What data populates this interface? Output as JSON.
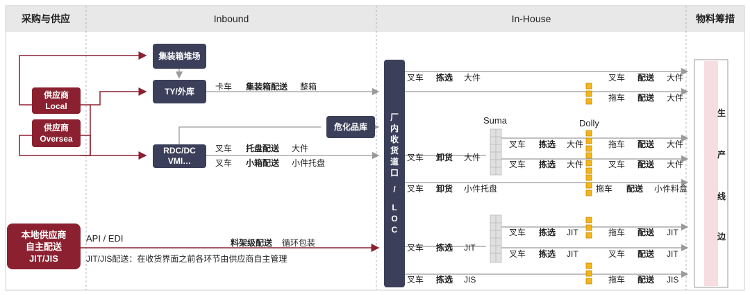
{
  "headers": {
    "procurement": "采购与供应",
    "inbound": "Inbound",
    "inhouse": "In-House",
    "supply": "物料筹措"
  },
  "boxes": {
    "container_yard": "集装箱堆场",
    "ty_warehouse": "TY/外库",
    "rdc_line1": "RDC/DC",
    "rdc_line2": "VMI…",
    "hazmat": "危化品库",
    "supplier_local_1": "供应商",
    "supplier_local_2": "Local",
    "supplier_oversea_1": "供应商",
    "supplier_oversea_2": "Oversea",
    "local_jit_1": "本地供应商",
    "local_jit_2": "自主配送",
    "local_jit_3": "JIT/JIS",
    "dock_chars": [
      "厂",
      "内",
      "收",
      "货",
      "道",
      "口",
      "/",
      "L",
      "O",
      "C"
    ],
    "production_chars": [
      "生",
      "产",
      "线",
      "边"
    ]
  },
  "labels": {
    "truck": "卡车",
    "container_delivery": "集装箱配送",
    "whole_box": "整箱",
    "forklift": "叉车",
    "pallet_delivery": "托盘配送",
    "large_part": "大件",
    "small_box_delivery": "小箱配送",
    "small_pallet": "小件托盘",
    "api_edi": "API / EDI",
    "rack_delivery": "料架级配送",
    "returnable_pack": "循环包装",
    "jit_note": "JIT/JIS配送：在收货界面之前各环节由供应商自主管理",
    "picking": "拣选",
    "unloading": "卸货",
    "delivery": "配送",
    "tugger": "拖车",
    "jit": "JIT",
    "jis": "JIS",
    "small_bin": "小件料盒",
    "suma": "Suma",
    "dolly": "Dolly"
  },
  "colors": {
    "dark_box": "#3c3f5a",
    "red_box": "#8b2130",
    "arrow_gray": "#9a9a9a",
    "dolly_yellow": "#f2b51b",
    "production_pink": "#f6dde2"
  }
}
